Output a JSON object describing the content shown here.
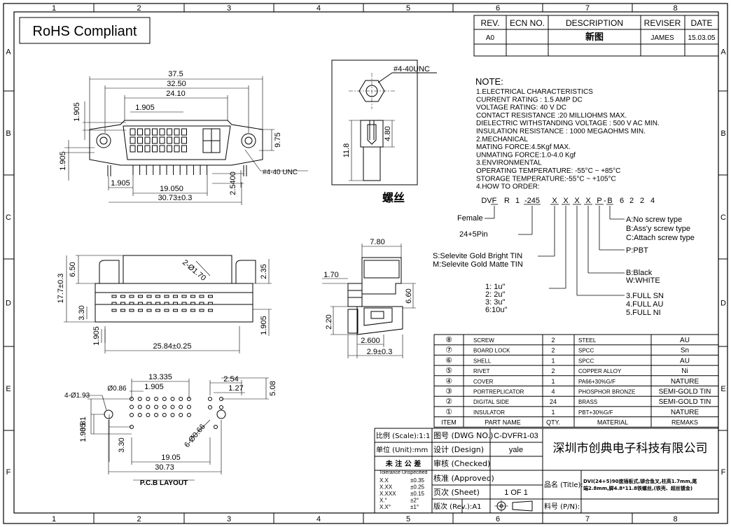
{
  "frame": {
    "cols": [
      "1",
      "2",
      "3",
      "4",
      "5",
      "6",
      "7",
      "8"
    ],
    "rows": [
      "A",
      "B",
      "C",
      "D",
      "E",
      "F"
    ]
  },
  "rohs": "RoHS Compliant",
  "revision_table": {
    "headers": [
      "REV.",
      "ECN NO.",
      "DESCRIPTION",
      "REVISER",
      "DATE"
    ],
    "rows": [
      [
        "A0",
        "",
        "新图",
        "JAMES",
        "15.03.05"
      ]
    ]
  },
  "notes": {
    "title": "NOTE:",
    "lines": [
      "1.ELECTRICAL CHARACTERISTICS",
      "  CURRENT RATING : 1.5 AMP DC",
      "  VOLTAGE RATING: 40 V DC",
      "  CONTACT RESISTANCE :20 MILLIOHMS MAX.",
      "  DIELECTRIC WITHSTANDING VOLTAGE : 500 V AC MIN.",
      "  INSULATION RESISTANCE : 1000 MEGAOHMS MIN.",
      "2.MECHANICAL",
      "  MATING FORCE:4.5Kgf MAX.",
      "  UNMATING FORCE:1.0-4.0 Kgf",
      "3.ENVIRONMENTAL",
      "  OPERATING TEMPERATURE: -55°C ~ +85°C",
      "  STORAGE TEMPERATURE:-55°C ~ +105°C",
      "4.HOW TO ORDER:"
    ]
  },
  "order_code": {
    "code": [
      "DV",
      "F",
      "R",
      "1",
      "-245",
      "X",
      "X",
      "X",
      "X",
      "P",
      "-",
      "B",
      "6",
      "2",
      "2",
      "4"
    ],
    "female": "Female",
    "pin": "24+5Pin",
    "plating": [
      "S:Selevite Gold Bright TIN",
      "M:Selevite Gold Matte TIN"
    ],
    "thickness": [
      "1: 1u\"",
      "2: 2u\"",
      "3: 3u\"",
      "6:10u\""
    ],
    "color": [
      "B:Black",
      "W:WHITE"
    ],
    "gold": [
      "3.FULL SN",
      "4.FULL AU",
      "5.FULL NI"
    ],
    "pbt": "P:PBT",
    "screw": [
      "A:No screw type",
      "B:Ass'y screw type",
      "C:Attach screw type"
    ]
  },
  "front_view": {
    "dims": [
      "37.5",
      "32.50",
      "24.10",
      "1.905",
      "1.905",
      "9.75",
      "1.905",
      "19.050",
      "2.5400",
      "30.73±0.3",
      "1.905"
    ],
    "callout": "#4-40 UNC"
  },
  "screw_view": {
    "callout": "#4-40UNC",
    "dims": [
      "11.8",
      "4.80"
    ],
    "label": "螺丝"
  },
  "top_view": {
    "dims": [
      "6.50",
      "17.7±0.3",
      "3.30",
      "1.905",
      "25.84±0.25",
      "1.905",
      "2.35",
      "2-Ø1.70"
    ]
  },
  "side_view": {
    "dims": [
      "7.80",
      "1.70",
      "6.60",
      "2.20",
      "2.600",
      "2.9±0.3"
    ]
  },
  "pcb_layout": {
    "title": "P.C.B LAYOUT",
    "dims": [
      "13.335",
      "Ø0.86",
      "1.905",
      "4-Ø1.93",
      "3.81",
      "1.905",
      "3.30",
      "19.05",
      "30.73",
      "2.54",
      "1.27",
      "5.08",
      "6-Ø0.66"
    ]
  },
  "bom": {
    "headers": [
      "ITEM",
      "PART NAME",
      "QTY.",
      "MATERIAL",
      "REMAKS"
    ],
    "rows": [
      [
        "⑧",
        "SCREW",
        "2",
        "STEEL",
        "AU"
      ],
      [
        "⑦",
        "BOARD LOCK",
        "2",
        "SPCC",
        "Sn"
      ],
      [
        "⑥",
        "SHELL",
        "1",
        "SPCC",
        "AU"
      ],
      [
        "⑤",
        "RIVET",
        "2",
        "COPPER ALLOY",
        "Ni"
      ],
      [
        "④",
        "COVER",
        "1",
        "PA66+30%G/F",
        "NATURE"
      ],
      [
        "③",
        "PORTREPLICATOR",
        "4",
        "PHOSPHOR BRONZE",
        "SEMI-GOLD TIN"
      ],
      [
        "②",
        "DIGITAL SIDE",
        "24",
        "BRASS",
        "SEMI-GOLD TIN"
      ],
      [
        "①",
        "INSULATOR",
        "1",
        "PBT+30%G/F",
        "NATURE"
      ]
    ]
  },
  "title_block": {
    "scale_label": "比例 (Scale):1:1",
    "dwg_label": "图号 (DWG NO.)",
    "dwg_no": "C-DVFR1-03",
    "unit_label": "单位 (Unit):mm",
    "design_label": "设计 (Design)",
    "designer": "yale",
    "checked_label": "审核 (Checked)",
    "approved_label": "核准 (Approved)",
    "sheet_label": "页次 (Sheet)",
    "sheet": "1 OF 1",
    "rev_label": "版次 (Rev.):A1",
    "tol_title": "未 注 公 差",
    "tol_sub": "Tolerance Unspecified",
    "tolerances": [
      [
        "X.X",
        "±0.35"
      ],
      [
        "X.XX",
        "±0.25"
      ],
      [
        "X.XXX",
        "±0.15"
      ],
      [
        "X.°",
        "±2°"
      ],
      [
        "X.X°",
        "±1°"
      ]
    ],
    "company": "深圳市创典电子科技有限公司",
    "title_label": "品名 (Title):",
    "title_text1": "DVI(24+5)90度插板式,铆合鱼叉,柱高1.7mm,尾",
    "title_text2": "端2.8mm,脚4.8*11.8铁螺丝,(铁壳、超丝镀金)",
    "pn_label": "料号 (P/N):"
  }
}
